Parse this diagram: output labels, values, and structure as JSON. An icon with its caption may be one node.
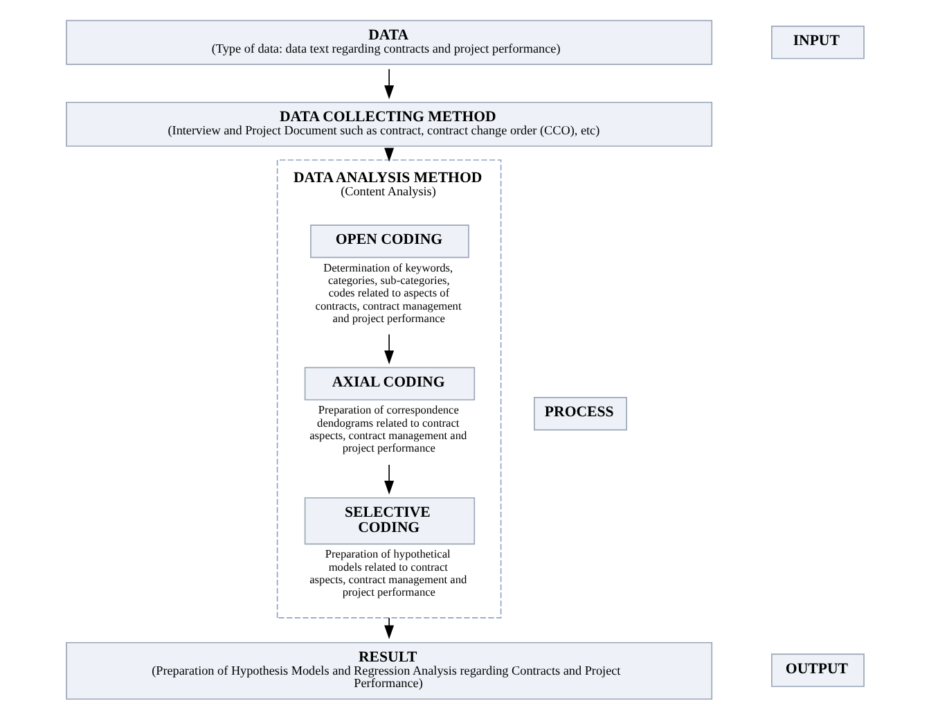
{
  "diagram": {
    "nodes": [
      {
        "text": [
          "DATA",
          "(Type of data: data text regarding contracts and project performance)"
        ]
      },
      {
        "text": [
          "DATA COLLECTING METHOD",
          "(Interview and Project Document such as contract, contract change order (CCO), etc)"
        ]
      },
      {
        "text": [
          "DATA ANALYSIS METHOD",
          "(Content Analysis)"
        ]
      },
      {
        "text": [
          "OPEN CODING"
        ],
        "in": 2,
        "beside": [
          "Determination of keywords, categories, sub-categories, codes related to aspects of contracts, contract management and project performance"
        ]
      },
      {
        "text": [
          "AXIAL CODING"
        ],
        "in": 2,
        "beside": [
          "Preparation of correspondence dendograms related to contract aspects, contract management and project performance"
        ]
      },
      {
        "text": [
          "SELECTIVE CODING"
        ],
        "in": 2,
        "beside": [
          "Preparation of hypothetical models related to contract aspects, contract management and project performance"
        ]
      },
      {
        "text": [
          "RESULT",
          "(Preparation of Hypothesis Models and Regression Analysis regarding Contracts and Project Performance)"
        ]
      },
      {
        "text": [
          "INPUT"
        ]
      },
      {
        "text": [
          "PROCESS"
        ]
      },
      {
        "text": [
          "OUTPUT"
        ]
      }
    ],
    "edges": [
      {
        "from": 0,
        "to": 1,
        "arrow": "to"
      },
      {
        "from": 1,
        "to": 2,
        "arrow": "to"
      },
      {
        "from": 3,
        "to": 4,
        "arrow": "to"
      },
      {
        "from": 4,
        "to": 5,
        "arrow": "to"
      },
      {
        "from": 2,
        "to": 6,
        "arrow": "to"
      }
    ]
  }
}
